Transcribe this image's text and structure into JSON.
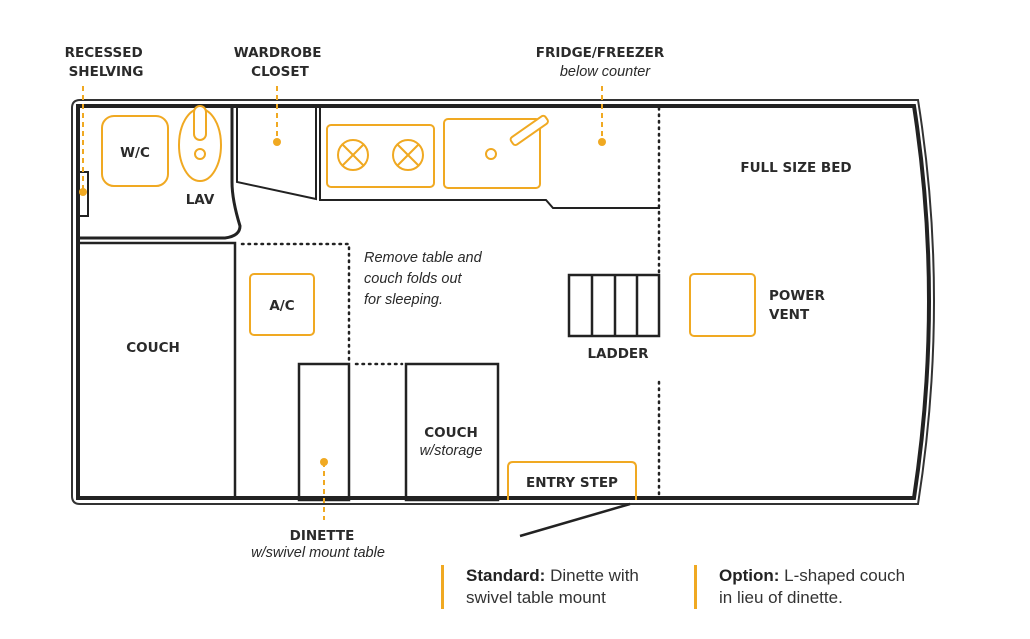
{
  "colors": {
    "accent": "#f0a922",
    "outline": "#222222",
    "text": "#2a2a2a"
  },
  "labels": {
    "recessed_shelving": [
      "RECESSED",
      "SHELVING"
    ],
    "wardrobe_closet": [
      "WARDROBE",
      "CLOSET"
    ],
    "fridge_freezer": "FRIDGE/FREEZER",
    "fridge_freezer_sub": "below counter",
    "wc": "W/C",
    "lav": "LAV",
    "full_size_bed": "FULL SIZE BED",
    "couch": "COUCH",
    "ac": "A/C",
    "sleeping_note": [
      "Remove table and",
      "couch folds out",
      "for sleeping."
    ],
    "ladder": "LADDER",
    "power_vent": [
      "POWER",
      "VENT"
    ],
    "couch_storage": "COUCH",
    "couch_storage_sub": "w/storage",
    "entry_step": "ENTRY STEP",
    "dinette": "DINETTE",
    "dinette_sub": "w/swivel mount table"
  },
  "notes": {
    "standard_label": "Standard:",
    "standard_text": " Dinette with swivel table mount",
    "option_label": "Option:",
    "option_text": " L-shaped couch in lieu of dinette."
  }
}
